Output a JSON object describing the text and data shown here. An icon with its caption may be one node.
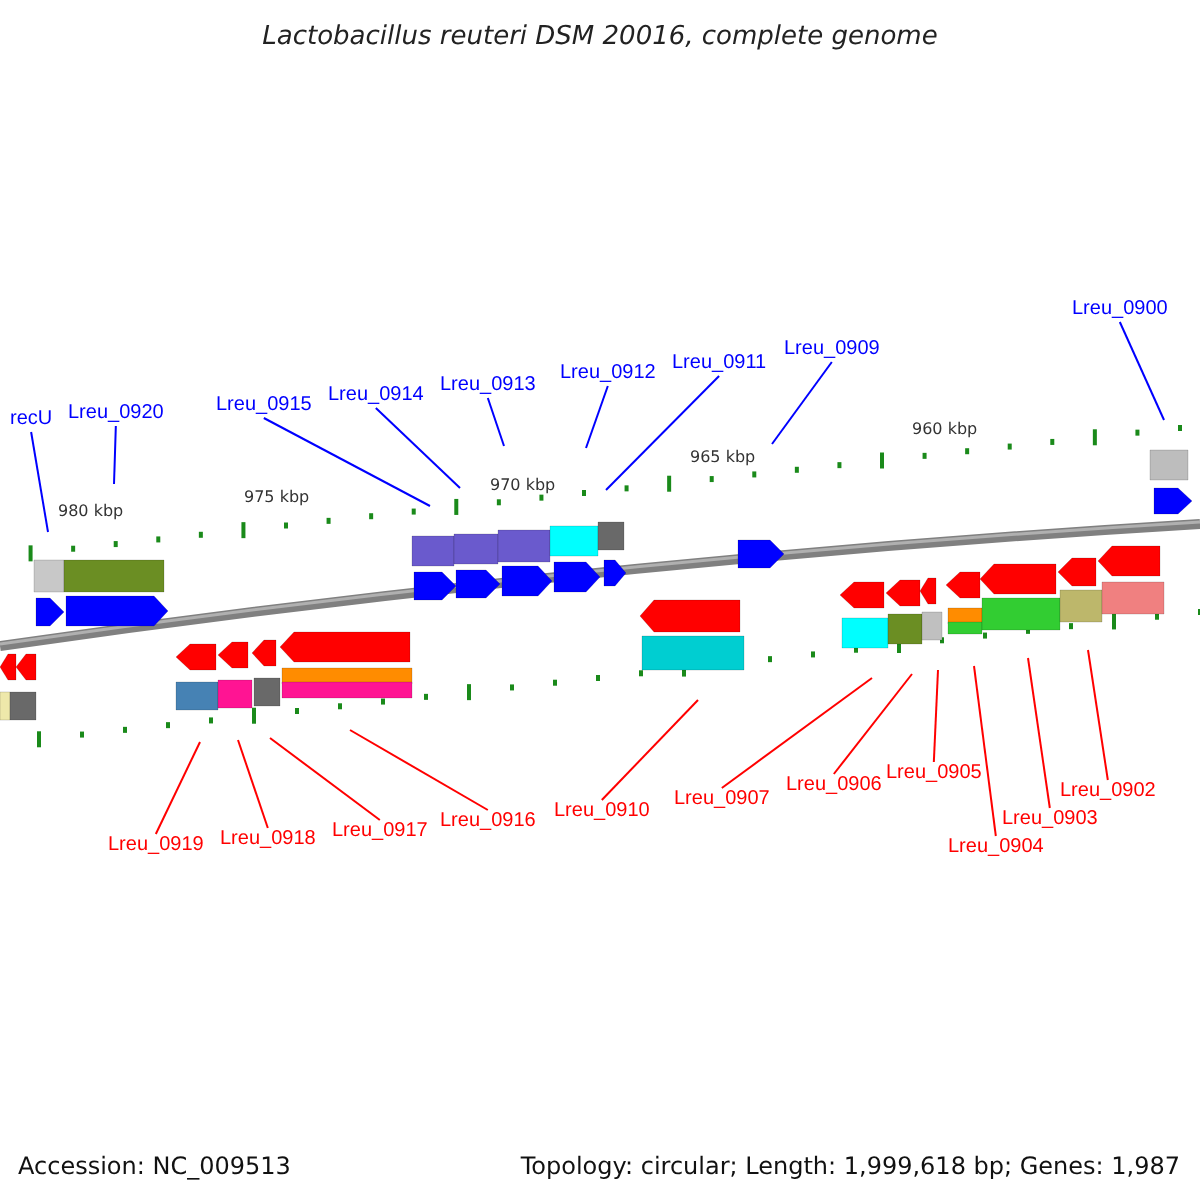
{
  "diagram": {
    "title": "Lactobacillus reuteri DSM 20016, complete genome",
    "nodes": [
      {
        "text": [
          "recU"
        ]
      },
      {
        "text": [
          "Lreu_0920"
        ]
      },
      {
        "text": [
          "Lreu_0915"
        ]
      },
      {
        "text": [
          "Lreu_0914"
        ]
      },
      {
        "text": [
          "Lreu_0913"
        ]
      },
      {
        "text": [
          "Lreu_0912"
        ]
      },
      {
        "text": [
          "Lreu_0911"
        ]
      },
      {
        "text": [
          "Lreu_0909"
        ]
      },
      {
        "text": [
          "Lreu_0900"
        ]
      },
      {
        "text": [
          "Lreu_0919"
        ]
      },
      {
        "text": [
          "Lreu_0918"
        ]
      },
      {
        "text": [
          "Lreu_0917"
        ]
      },
      {
        "text": [
          "Lreu_0916"
        ]
      },
      {
        "text": [
          "Lreu_0910"
        ]
      },
      {
        "text": [
          "Lreu_0907"
        ]
      },
      {
        "text": [
          "Lreu_0906"
        ]
      },
      {
        "text": [
          "Lreu_0905"
        ]
      },
      {
        "text": [
          "Lreu_0904"
        ]
      },
      {
        "text": [
          "Lreu_0903"
        ]
      },
      {
        "text": [
          "Lreu_0902"
        ]
      }
    ],
    "edges": [
      {
        "from": 0,
        "to": null,
        "arrow": "none",
        "color": "#0000ff"
      },
      {
        "from": 1,
        "to": null,
        "arrow": "none",
        "color": "#0000ff"
      },
      {
        "from": 2,
        "to": null,
        "arrow": "none",
        "color": "#0000ff"
      },
      {
        "from": 3,
        "to": null,
        "arrow": "none",
        "color": "#0000ff"
      },
      {
        "from": 4,
        "to": null,
        "arrow": "none",
        "color": "#0000ff"
      },
      {
        "from": 5,
        "to": null,
        "arrow": "none",
        "color": "#0000ff"
      },
      {
        "from": 6,
        "to": null,
        "arrow": "none",
        "color": "#0000ff"
      },
      {
        "from": 7,
        "to": null,
        "arrow": "none",
        "color": "#0000ff"
      },
      {
        "from": 8,
        "to": null,
        "arrow": "none",
        "color": "#0000ff"
      },
      {
        "from": 9,
        "to": null,
        "arrow": "none"
      },
      {
        "from": 10,
        "to": null,
        "arrow": "none"
      },
      {
        "from": 11,
        "to": null,
        "arrow": "none"
      },
      {
        "from": 12,
        "to": null,
        "arrow": "none"
      },
      {
        "from": 13,
        "to": null,
        "arrow": "none"
      },
      {
        "from": 14,
        "to": null,
        "arrow": "none"
      },
      {
        "from": 15,
        "to": null,
        "arrow": "none"
      },
      {
        "from": 16,
        "to": null,
        "arrow": "none"
      },
      {
        "from": 17,
        "to": null,
        "arrow": "none"
      },
      {
        "from": 18,
        "to": null,
        "arrow": "none"
      },
      {
        "from": 19,
        "to": null,
        "arrow": "none"
      }
    ],
    "labels": [
      "980 kbp",
      "975 kbp",
      "970 kbp",
      "965 kbp",
      "960 kbp",
      "Accession: NC_009513",
      "Topology: circular; Length: 1,999,618 bp; Genes: 1,987"
    ]
  }
}
